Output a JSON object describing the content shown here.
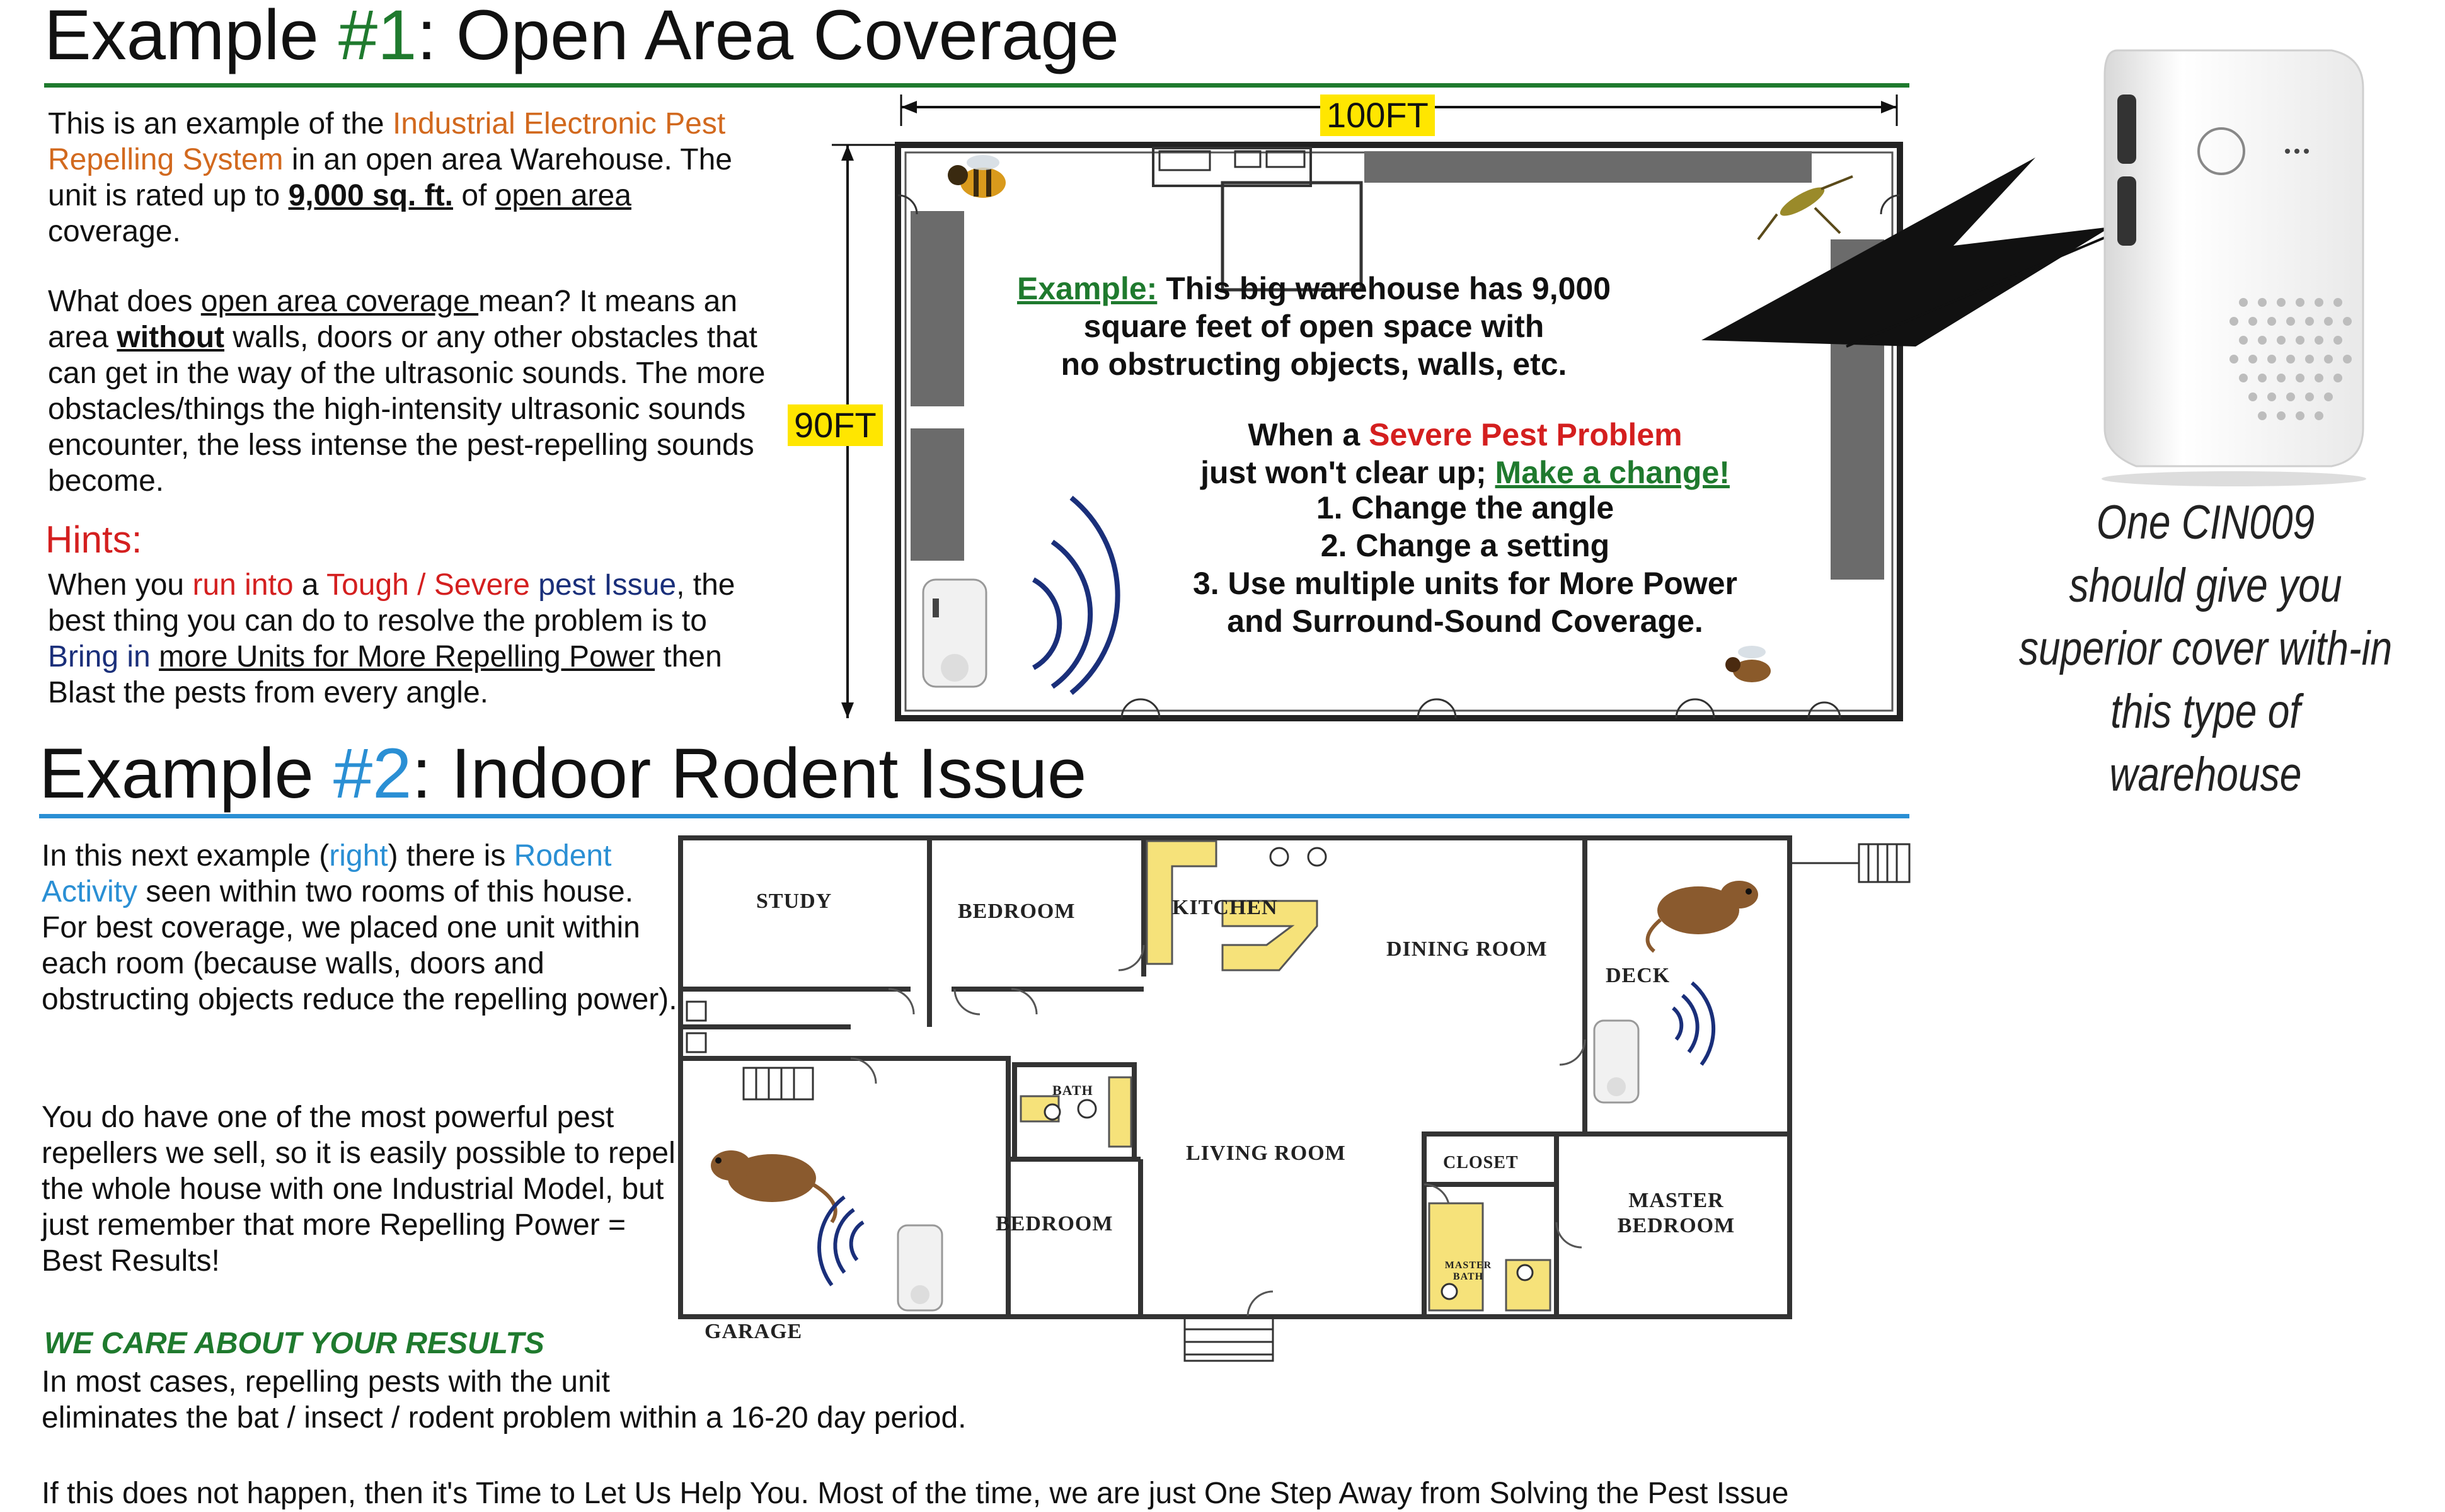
{
  "ex1": {
    "title_prefix": "Example ",
    "title_num": "#1",
    "title_rest": ": Open Area Coverage",
    "p1": {
      "a": "This is an example of the ",
      "highlight": "Industrial Electronic Pest Repelling System",
      "b": " in an open area Warehouse. The unit is rated up to ",
      "sqft": "9,000 sq. ft.",
      "c": " of ",
      "open_area": "open area",
      "d": " coverage."
    },
    "p2": {
      "a": "What does ",
      "oac": "open area coverage ",
      "b": "mean? It means an area ",
      "without": "without",
      "c": " walls, doors or any other obstacles that can get in the way of the ultrasonic sounds. The more obstacles/things the high-intensity ultrasonic sounds encounter, the less intense the pest-repelling sounds become."
    },
    "hints_title": "Hints:",
    "hints": {
      "a": "When you ",
      "run": "run into",
      "b": " a ",
      "tough": "Tough / Severe",
      "c": " ",
      "pest": "pest Issue",
      "d": ", the best thing you can do to resolve the problem is to ",
      "bring": "Bring in",
      "e": " ",
      "more": "more Units for More Repelling Power",
      "f": " then Blast the pests from every angle."
    },
    "dim_width": "100FT",
    "dim_height": "90FT",
    "example_label": "Example:",
    "example_text_1": " This big warehouse has 9,000",
    "example_text_2": "square feet of open space with",
    "example_text_3": "no obstructing objects, walls, etc.",
    "when_a": "When a ",
    "severe": "Severe Pest Problem",
    "clear_up": "just won't clear up; ",
    "make_change": "Make a change!",
    "steps": [
      "1. Change the angle",
      "2. Change a setting",
      "3. Use multiple units for More Power",
      "and Surround-Sound Coverage."
    ]
  },
  "product": {
    "caption_lines": [
      "One CIN009",
      "should give you",
      "superior cover with-in",
      "this type of warehouse"
    ]
  },
  "ex2": {
    "title_prefix": "Example ",
    "title_num": "#2",
    "title_rest": ": Indoor Rodent Issue",
    "p1": {
      "a": "In this next example (",
      "right": "right",
      "b": ") there is ",
      "rodent": "Rodent Activity",
      "c": " seen within two rooms of this house. For best coverage, we placed one unit within each room (because walls, doors and obstructing objects reduce the repelling power)."
    },
    "p2": "You do have one of the most powerful pest repellers we sell, so it is easily possible to repel the whole house with one Industrial Model, but just remember that more Repelling Power = Best Results!",
    "care_title": "WE CARE ABOUT YOUR RESULTS",
    "care_1": "In most cases, repelling pests with the unit",
    "care_2": "eliminates the bat / insect / rodent problem within a 16-20 day period.",
    "footer": "If this does not happen, then it's Time to Let Us Help You.  Most of the time, we are just One Step Away from Solving the Pest Issue",
    "rooms": {
      "study": "STUDY",
      "bedroom1": "BEDROOM",
      "kitchen": "KITCHEN",
      "dining": "DINING ROOM",
      "deck": "DECK",
      "bath": "BATH",
      "living": "LIVING ROOM",
      "closet": "CLOSET",
      "master_line1": "MASTER",
      "master_line2": "BEDROOM",
      "master_bath_1": "MASTER",
      "master_bath_2": "BATH",
      "bedroom2": "BEDROOM",
      "garage": "GARAGE"
    }
  },
  "colors": {
    "green_rule": "#1f7a2e",
    "blue_rule": "#2a8fd4",
    "dim_tag": "#ffe600",
    "fixture": "#f6e27a"
  }
}
